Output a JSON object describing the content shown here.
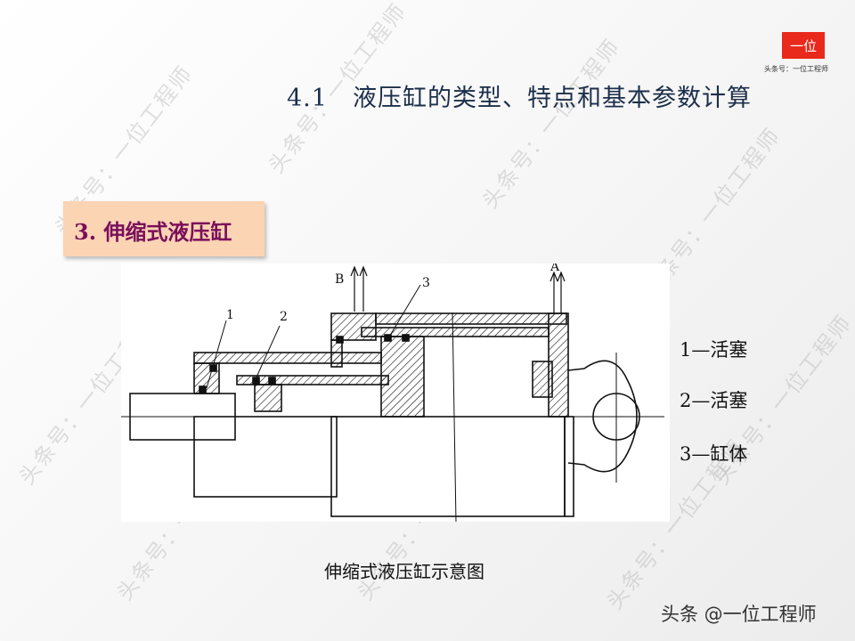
{
  "watermark_text": "头条号：一位工程师",
  "logo": {
    "badge_text": "一位",
    "caption": "头条号：一位工程师"
  },
  "title": "4.1　液压缸的类型、特点和基本参数计算",
  "section_heading": "3. 伸缩式液压缸",
  "diagram": {
    "labels": {
      "port_a": "A",
      "port_b": "B",
      "part_1": "1",
      "part_2": "2",
      "part_3": "3"
    }
  },
  "legend": [
    {
      "label": "1—活塞"
    },
    {
      "label": "2—活塞"
    },
    {
      "label": "3—缸体"
    }
  ],
  "caption": "伸缩式液压缸示意图",
  "footer_credit": "头条 @一位工程师"
}
